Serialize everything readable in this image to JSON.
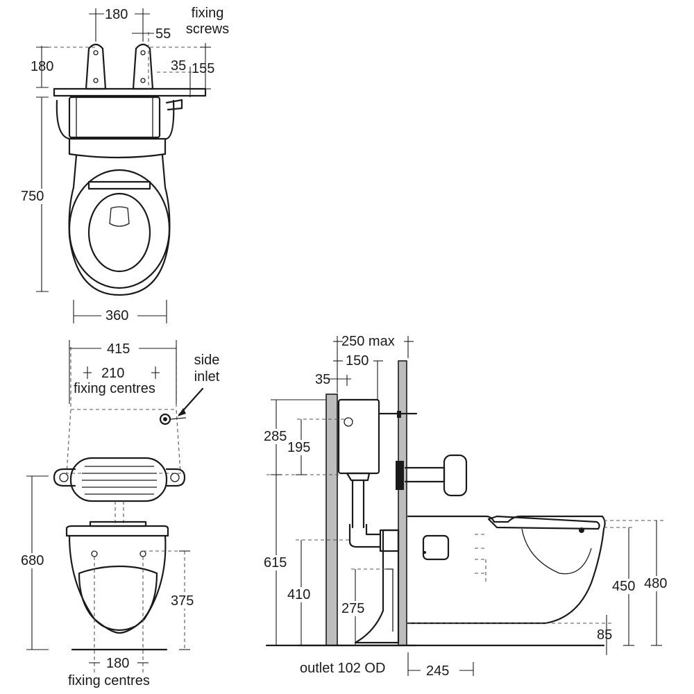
{
  "top_view": {
    "dim_screw_spacing": "180",
    "dim_55": "55",
    "label_fixing_screws_line1": "fixing",
    "label_fixing_screws_line2": "screws",
    "dim_left_180": "180",
    "dim_35": "35",
    "dim_155": "155",
    "dim_length": "750",
    "dim_width": "360"
  },
  "front_view": {
    "dim_overall_width": "415",
    "dim_fixing_centres": "210",
    "label_fixing_centres": "fixing centres",
    "label_side_inlet_line1": "side",
    "label_side_inlet_line2": "inlet",
    "dim_height": "680",
    "dim_375": "375",
    "dim_bottom_180": "180",
    "label_bottom_fixing_centres": "fixing centres"
  },
  "side_view": {
    "dim_250_max": "250 max",
    "dim_150": "150",
    "dim_35": "35",
    "dim_285": "285",
    "dim_195": "195",
    "dim_615": "615",
    "dim_410": "410",
    "dim_275": "275",
    "dim_450": "450",
    "dim_480": "480",
    "dim_85": "85",
    "label_outlet": "outlet 102 OD",
    "dim_245": "245"
  }
}
